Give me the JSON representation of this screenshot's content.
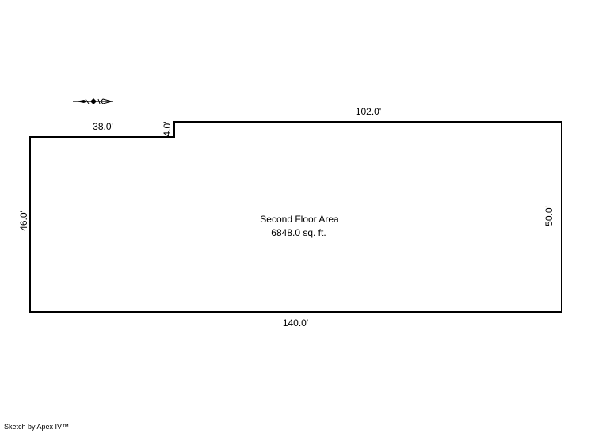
{
  "sketch": {
    "area": {
      "name": "Second Floor Area",
      "size": "6848.0 sq. ft."
    },
    "dimensions": {
      "top_left": "38.0'",
      "step": "4.0'",
      "top_right": "102.0'",
      "right": "50.0'",
      "bottom": "140.0'",
      "left": "46.0'"
    },
    "icon": "compass-icon"
  },
  "footer": {
    "credit": "Sketch by Apex IV™"
  }
}
